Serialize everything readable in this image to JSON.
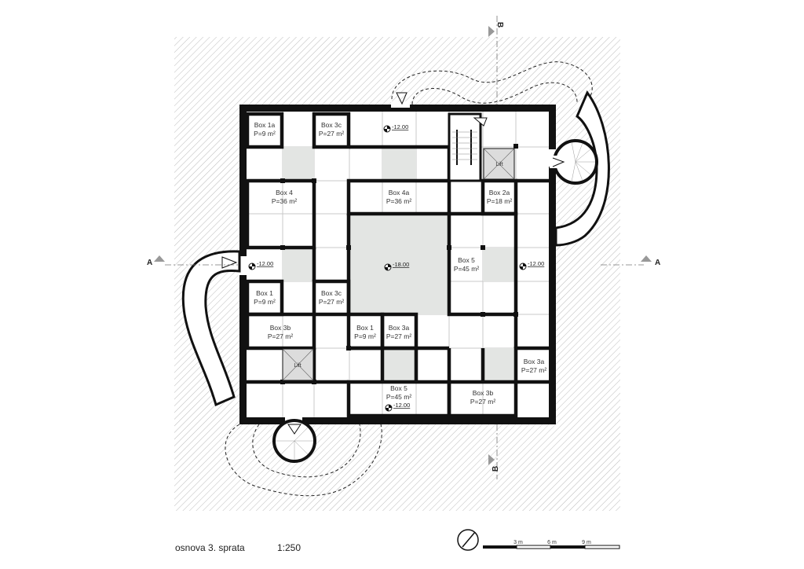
{
  "rooms": [
    {
      "id": "box1a-top",
      "name": "Box 1a",
      "area": "P=9 m²"
    },
    {
      "id": "box3c-top",
      "name": "Box 3c",
      "area": "P=27 m²"
    },
    {
      "id": "box4",
      "name": "Box 4",
      "area": "P=36 m²"
    },
    {
      "id": "box4a",
      "name": "Box 4a",
      "area": "P=36 m²"
    },
    {
      "id": "box2a",
      "name": "Box 2a",
      "area": "P=18 m²"
    },
    {
      "id": "box5-right",
      "name": "Box 5",
      "area": "P=45 m²"
    },
    {
      "id": "box1-left",
      "name": "Box 1",
      "area": "P=9 m²"
    },
    {
      "id": "box3c-mid",
      "name": "Box 3c",
      "area": "P=27 m²"
    },
    {
      "id": "box3b-left",
      "name": "Box 3b",
      "area": "P=27 m²"
    },
    {
      "id": "box1-center",
      "name": "Box 1",
      "area": "P=9 m²"
    },
    {
      "id": "box3a-center",
      "name": "Box 3a",
      "area": "P=27 m²"
    },
    {
      "id": "box3a-right",
      "name": "Box 3a",
      "area": "P=27 m²"
    },
    {
      "id": "box5-bottom",
      "name": "Box 5",
      "area": "P=45 m²"
    },
    {
      "id": "box3b-bottom",
      "name": "Box 3b",
      "area": "P=27 m²"
    }
  ],
  "lifts": [
    {
      "id": "lift-top",
      "label": "Lift"
    },
    {
      "id": "lift-bottom",
      "label": "Lift"
    }
  ],
  "levels": [
    {
      "id": "lvl-top",
      "value": "-12.00"
    },
    {
      "id": "lvl-left",
      "value": "-12.00"
    },
    {
      "id": "lvl-center",
      "value": "-18.00"
    },
    {
      "id": "lvl-right",
      "value": "-12.00"
    },
    {
      "id": "lvl-bottom",
      "value": "-12.00"
    }
  ],
  "sections": {
    "a_left": "A",
    "a_right": "A",
    "b_top": "B",
    "b_bottom": "B"
  },
  "title": {
    "name": "osnova 3. sprata",
    "scale": "1:250"
  },
  "scale_bar": {
    "labels": [
      "3 m",
      "6 m",
      "9 m"
    ]
  },
  "colors": {
    "wall": "#111111",
    "void": "#e3e5e3",
    "hatch": "#b8b8b8",
    "grid": "#c8c8c8"
  }
}
